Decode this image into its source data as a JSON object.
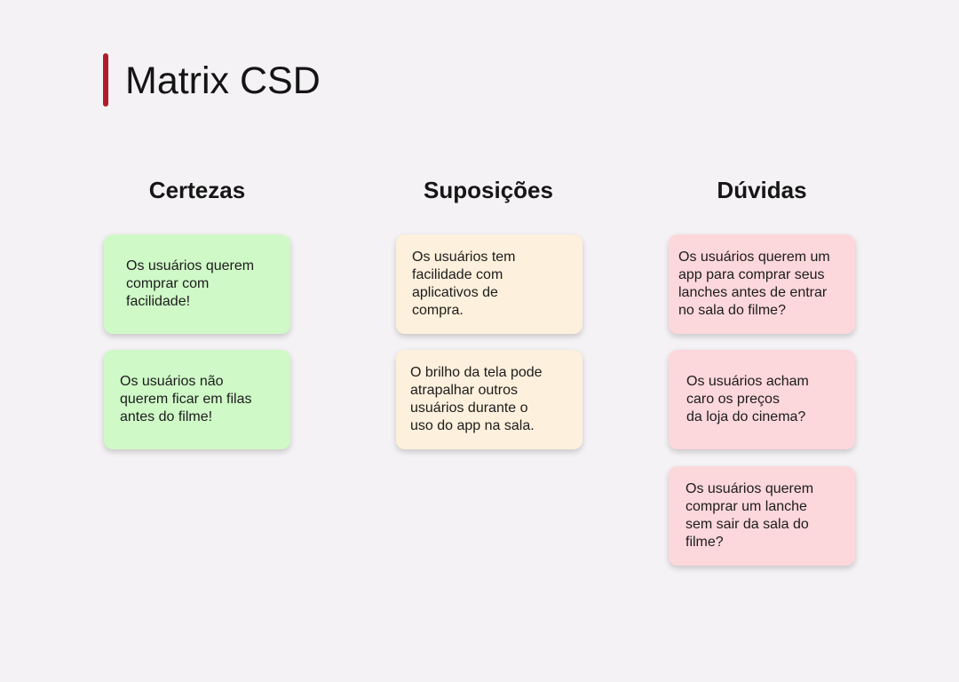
{
  "title": "Matrix CSD",
  "accent_color": "#b01e2b",
  "columns": [
    {
      "heading": "Certezas",
      "card_color": "#cff9c7",
      "cards": [
        "Os usuários querem\ncomprar com\nfacilidade!",
        "Os usuários não\nquerem ficar em filas\nantes do filme!"
      ]
    },
    {
      "heading": "Suposições",
      "card_color": "#fdf0dc",
      "cards": [
        "Os usuários tem\nfacilidade com\naplicativos de\ncompra.",
        "O brilho da tela pode\natrapalhar outros\nusuários durante o\nuso do app na sala."
      ]
    },
    {
      "heading": "Dúvidas",
      "card_color": "#fcd7dc",
      "cards": [
        "Os usuários querem um\napp para comprar seus\nlanches antes de entrar\nno sala do filme?",
        "Os usuários acham\ncaro os preços\nda loja do cinema?",
        "Os usuários querem\ncomprar um lanche\nsem sair da sala do\nfilme?"
      ]
    }
  ]
}
